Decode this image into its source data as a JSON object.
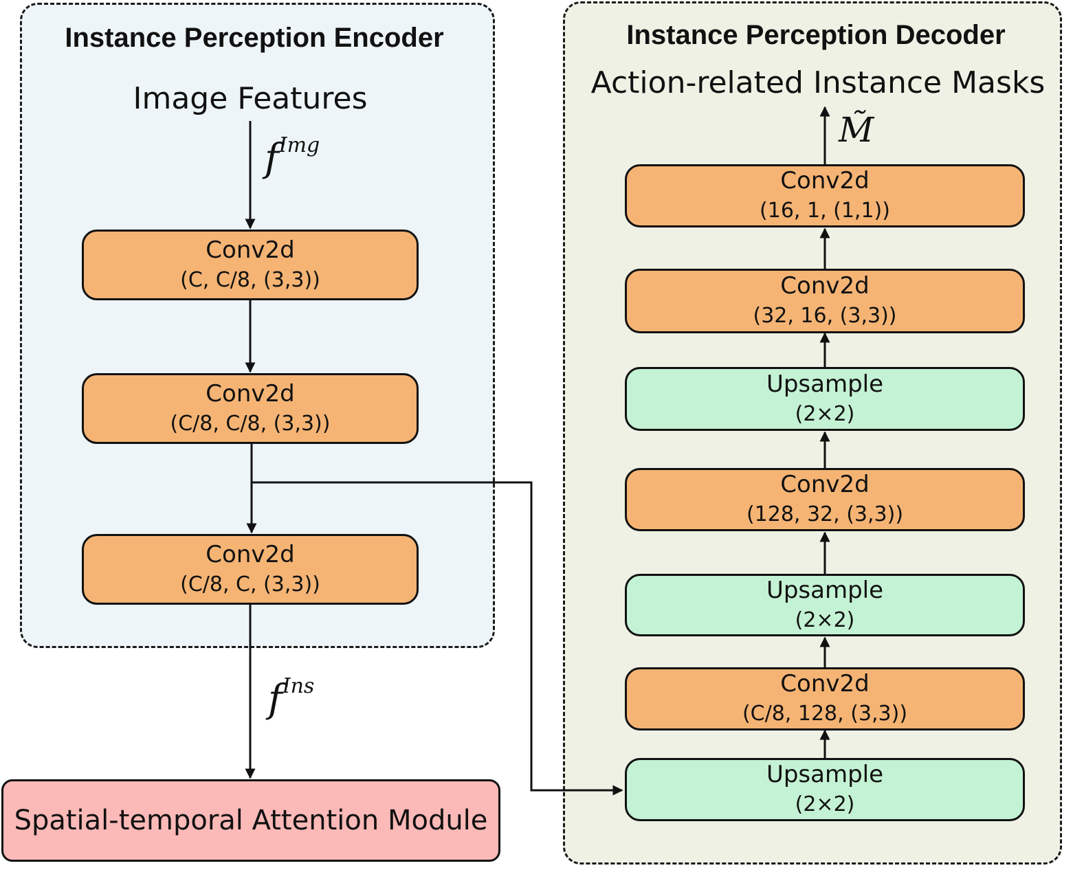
{
  "encoder": {
    "title": "Instance Perception Encoder",
    "input_label": "Image Features",
    "input_var": {
      "base": "f",
      "sup": "Img"
    },
    "output_var": {
      "base": "f",
      "sup": "Ins"
    },
    "blocks": [
      {
        "name": "Conv2d",
        "params": "(C, C/8, (3,3))"
      },
      {
        "name": "Conv2d",
        "params": "(C/8, C/8, (3,3))"
      },
      {
        "name": "Conv2d",
        "params": "(C/8, C, (3,3))"
      }
    ]
  },
  "attention_module": {
    "label": "Spatial-temporal Attention Module"
  },
  "decoder": {
    "title": "Instance Perception Decoder",
    "output_label": "Action-related Instance Masks",
    "output_var": "M̃",
    "blocks": [
      {
        "name": "Conv2d",
        "params": "(16, 1, (1,1))"
      },
      {
        "name": "Conv2d",
        "params": "(32, 16, (3,3))"
      },
      {
        "name": "Upsample",
        "params": "(2×2)"
      },
      {
        "name": "Conv2d",
        "params": "(128, 32, (3,3))"
      },
      {
        "name": "Upsample",
        "params": "(2×2)"
      },
      {
        "name": "Conv2d",
        "params": "(C/8, 128, (3,3))"
      },
      {
        "name": "Upsample",
        "params": "(2×2)"
      }
    ]
  },
  "colors": {
    "encoder_bg": "#eef5f8",
    "decoder_bg": "#eef1e4",
    "conv": "#f5b474",
    "upsample": "#c4f2d4",
    "attention": "#fbb9b7"
  }
}
